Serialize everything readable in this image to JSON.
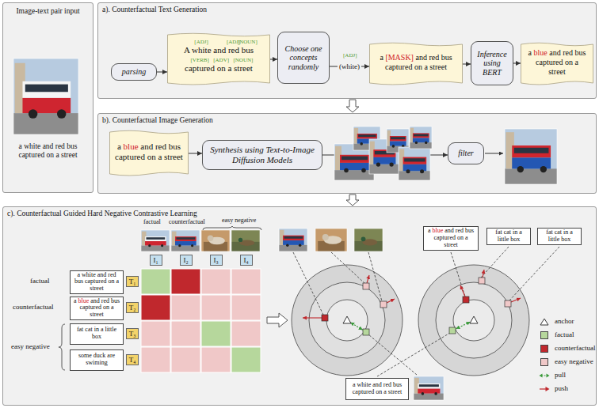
{
  "diagram": {
    "nodes": [
      {
        "text": [
          "Image-text pair input",
          "a white and red bus captured on a street"
        ]
      },
      {
        "text": [
          "a). Counterfactual Text Generation"
        ]
      },
      {
        "text": [
          "parsing"
        ],
        "in": 1
      },
      {
        "text": [
          "A white and red bus captured on a street",
          "[ADJ]",
          "[ADJ]",
          "[NOUN]",
          "[VERB]",
          "[ADV]",
          "[NOUN]"
        ],
        "in": 1
      },
      {
        "text": [
          "Choose one concepts randomly"
        ],
        "in": 1
      },
      {
        "text": [
          "a [MASK] and red bus captured on a street"
        ],
        "in": 1
      },
      {
        "text": [
          "Inference using BERT"
        ],
        "in": 1
      },
      {
        "text": [
          "a blue and red bus captured on a street"
        ],
        "in": 1
      },
      {
        "text": [
          "b). Counterfactual Image Generation"
        ]
      },
      {
        "text": [
          "a blue and red bus captured on a street"
        ],
        "in": 8
      },
      {
        "text": [
          "Synthesis using Text-to-Image Diffusion Models"
        ],
        "in": 8
      },
      {
        "text": [
          "filter"
        ],
        "in": 8
      },
      {
        "text": [
          "c). Counterfactual Guided Hard Negative Contrastive Learning"
        ]
      },
      {
        "text": [
          "a white and red bus captured on a street"
        ],
        "in": 12
      },
      {
        "text": [
          "a blue and red bus captured on a street"
        ],
        "in": 12
      },
      {
        "text": [
          "fat cat in a little box"
        ],
        "in": 12
      },
      {
        "text": [
          "some duck are swiming"
        ],
        "in": 12
      },
      {
        "text": [
          "T₁"
        ],
        "in": 12
      },
      {
        "text": [
          "T₂"
        ],
        "in": 12
      },
      {
        "text": [
          "T₃"
        ],
        "in": 12
      },
      {
        "text": [
          "T₄"
        ],
        "in": 12
      },
      {
        "text": [
          "I₁"
        ],
        "in": 12
      },
      {
        "text": [
          "I₂"
        ],
        "in": 12
      },
      {
        "text": [
          "I₃"
        ],
        "in": 12
      },
      {
        "text": [
          "I₄"
        ],
        "in": 12
      },
      {
        "text": [
          "a blue and red bus captured on a street"
        ],
        "in": 12
      },
      {
        "text": [
          "fat cat in a little box"
        ],
        "in": 12
      },
      {
        "text": [
          "fat cat in a little box"
        ],
        "in": 12
      },
      {
        "text": [
          "a white and red bus captured on a street"
        ],
        "in": 12
      }
    ],
    "edges": [
      {
        "from": 1,
        "to": 8,
        "arrow": "to"
      },
      {
        "from": 8,
        "to": 12,
        "arrow": "to"
      },
      {
        "from": 2,
        "to": 3,
        "arrow": "to"
      },
      {
        "from": 3,
        "to": 4,
        "arrow": "to"
      },
      {
        "from": 4,
        "to": 5,
        "label": "(white)",
        "arrow": "to"
      },
      {
        "from": 5,
        "to": 6,
        "arrow": "to"
      },
      {
        "from": 6,
        "to": 7,
        "arrow": "to"
      },
      {
        "from": 9,
        "to": 10,
        "arrow": "to"
      },
      {
        "from": 10,
        "to": 11,
        "arrow": "to"
      }
    ],
    "labels": [
      "[ADJ]",
      "factual",
      "counterfactual",
      "easy negative",
      "factual",
      "counterfactual",
      "easy negative"
    ],
    "legend": [
      {
        "text": "anchor"
      },
      {
        "text": "factual",
        "color": "#b6d79c"
      },
      {
        "text": "counterfactual",
        "color": "#c0282d"
      },
      {
        "text": "easy negative",
        "color": "#f0c8c8"
      },
      {
        "text": "pull"
      },
      {
        "text": "push"
      }
    ]
  }
}
